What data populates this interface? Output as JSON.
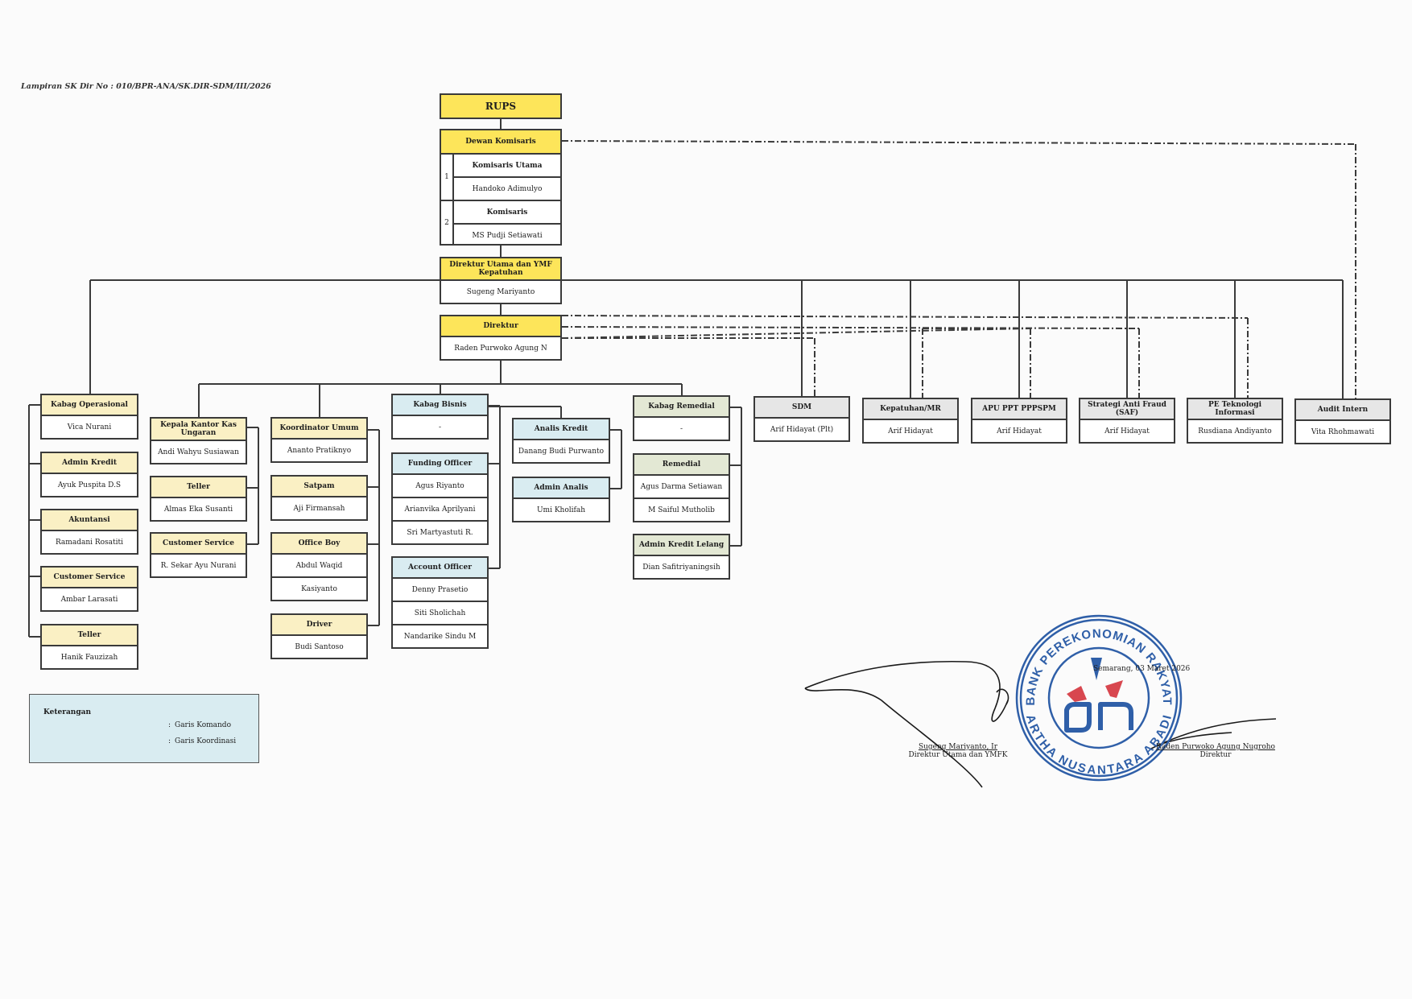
{
  "reference": "Lampiran SK Dir No : 010/BPR-ANA/SK.DIR-SDM/III/2026",
  "rups": "RUPS",
  "dewan": {
    "title": "Dewan Komisaris",
    "rows": [
      {
        "no": "1",
        "role": "Komisaris Utama",
        "name": "Handoko Adimulyo"
      },
      {
        "no": "2",
        "role": "Komisaris",
        "name": "MS Pudji Setiawati"
      }
    ]
  },
  "dirut": {
    "title": "Direktur Utama dan YMF Kepatuhan",
    "name": "Sugeng Mariyanto"
  },
  "direktur": {
    "title": "Direktur",
    "name": "Raden Purwoko Agung N"
  },
  "operasional": [
    {
      "title": "Kabag Operasional",
      "names": [
        "Vica Nurani"
      ]
    },
    {
      "title": "Admin Kredit",
      "names": [
        "Ayuk Puspita D.S"
      ]
    },
    {
      "title": "Akuntansi",
      "names": [
        "Ramadani Rosatiti"
      ]
    },
    {
      "title": "Customer Service",
      "names": [
        "Ambar Larasati"
      ]
    },
    {
      "title": "Teller",
      "names": [
        "Hanik Fauzizah"
      ]
    }
  ],
  "kantor_kas": [
    {
      "title": "Kepala Kantor Kas Ungaran",
      "names": [
        "Andi Wahyu Susiawan"
      ]
    },
    {
      "title": "Teller",
      "names": [
        "Almas Eka Susanti"
      ]
    },
    {
      "title": "Customer Service",
      "names": [
        "R. Sekar Ayu Nurani"
      ]
    }
  ],
  "umum": [
    {
      "title": "Koordinator Umum",
      "names": [
        "Ananto Pratiknyo"
      ]
    },
    {
      "title": "Satpam",
      "names": [
        "Aji Firmansah"
      ]
    },
    {
      "title": "Office Boy",
      "names": [
        "Abdul Waqid",
        "Kasiyanto"
      ]
    },
    {
      "title": "Driver",
      "names": [
        "Budi Santoso"
      ]
    }
  ],
  "bisnis": [
    {
      "title": "Kabag Bisnis",
      "names": [
        "-"
      ]
    },
    {
      "title": "Funding Officer",
      "names": [
        "Agus Riyanto",
        "Arianvika Aprilyani",
        "Sri Martyastuti R."
      ]
    },
    {
      "title": "Account Officer",
      "names": [
        "Denny Prasetio",
        "Siti Sholichah",
        "Nandarike Sindu M"
      ]
    }
  ],
  "analis": [
    {
      "title": "Analis Kredit",
      "names": [
        "Danang Budi Purwanto"
      ]
    },
    {
      "title": "Admin Analis",
      "names": [
        "Umi Kholifah"
      ]
    }
  ],
  "remedial": [
    {
      "title": "Kabag Remedial",
      "names": [
        "-"
      ]
    },
    {
      "title": "Remedial",
      "names": [
        "Agus Darma Setiawan",
        "M Saiful Mutholib"
      ]
    },
    {
      "title": "Admin Kredit Lelang",
      "names": [
        "Dian Safitriyaningsih"
      ]
    }
  ],
  "independen": [
    {
      "title": "SDM",
      "names": [
        "Arif Hidayat (Plt)"
      ]
    },
    {
      "title": "Kepatuhan/MR",
      "names": [
        "Arif Hidayat"
      ]
    },
    {
      "title": "APU PPT PPPSPM",
      "names": [
        "Arif Hidayat"
      ]
    },
    {
      "title": "Strategi Anti Fraud (SAF)",
      "names": [
        "Arif Hidayat"
      ]
    },
    {
      "title": "PE Teknologi Informasi",
      "names": [
        "Rusdiana Andiyanto"
      ]
    },
    {
      "title": "Audit Intern",
      "names": [
        "Vita Rhohmawati"
      ]
    }
  ],
  "legend": {
    "title": "Keterangan",
    "komando": "Garis Komando",
    "koordinasi": "Garis Koordinasi",
    "colon": ":"
  },
  "signature": {
    "place_date": "Semarang, 03 Maret 2026",
    "left_name": "Sugeng Mariyanto, Ir",
    "left_role": "Direktur Utama dan YMFK",
    "right_name": "Raden Purwoko Agung Nugroho",
    "right_role": "Direktur"
  },
  "stamp": {
    "top_text": "BANK PEREKONOMIAN RAKYAT",
    "bottom_text": "ARTHA NUSANTARA ABADI",
    "color": "#2f5fa8",
    "accent": "#d8474f"
  },
  "colors": {
    "top": "#fde55a",
    "yellow": "#faf0c4",
    "blue": "#d9ecf1",
    "green": "#e3e8d4",
    "gray": "#e6e6e6"
  }
}
